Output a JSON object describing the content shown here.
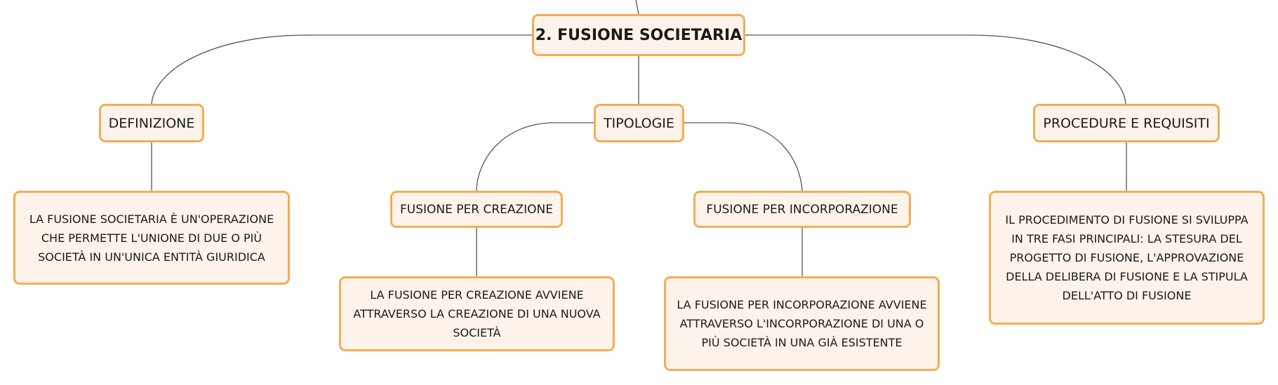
{
  "root": {
    "label": "2. FUSIONE SOCIETARIA"
  },
  "topics": {
    "definizione": "DEFINIZIONE",
    "tipologie": "TIPOLOGIE",
    "procedure": "PROCEDURE E REQUISITI"
  },
  "subtopics": {
    "creazione": "FUSIONE PER CREAZIONE",
    "incorporazione": "FUSIONE PER INCORPORAZIONE"
  },
  "details": {
    "definizione": [
      "LA FUSIONE SOCIETARIA È UN'OPERAZIONE",
      "CHE PERMETTE L'UNIONE DI DUE O PIÙ",
      "SOCIETÀ IN UN'UNICA ENTITÀ GIURIDICA"
    ],
    "creazione": [
      "LA FUSIONE PER CREAZIONE AVVIENE",
      "ATTRAVERSO LA CREAZIONE DI UNA NUOVA",
      "SOCIETÀ"
    ],
    "incorporazione": [
      "LA FUSIONE PER INCORPORAZIONE AVVIENE",
      "ATTRAVERSO L'INCORPORAZIONE DI UNA O",
      "PIÙ SOCIETÀ IN UNA GIÀ ESISTENTE"
    ],
    "procedure": [
      "IL PROCEDIMENTO DI FUSIONE SI SVILUPPA",
      "IN TRE FASI PRINCIPALI: LA STESURA DEL",
      "PROGETTO DI FUSIONE, L'APPROVAZIONE",
      "DELLA DELIBERA DI FUSIONE E LA STIPULA",
      "DELL'ATTO DI FUSIONE"
    ]
  }
}
